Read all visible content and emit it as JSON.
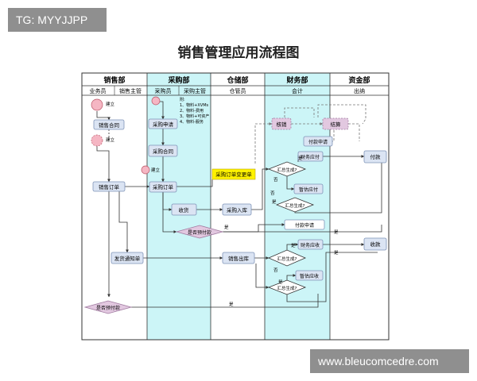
{
  "tag": "TG: MYYJJPP",
  "watermark": "www.bleucomcedre.com",
  "title": "销售管理应用流程图",
  "departments": [
    "销售部",
    "采购部",
    "仓储部",
    "财务部",
    "资金部"
  ],
  "roles": [
    "业务员",
    "销售主管",
    "采购员",
    "采购主管",
    "仓管员",
    "会计",
    "出纳"
  ],
  "nodes": {
    "sales_contract": "销售合同",
    "sales_order": "销售订单",
    "ship_notice": "发货通知单",
    "purchase_request": "采购申请",
    "purchase_contract": "采购合同",
    "purchase_order": "采购订单",
    "receiving": "收货",
    "purchase_inbound": "采购入库",
    "sales_outbound": "销售出库",
    "verify": "核销",
    "settle": "结算",
    "pay_request": "付款申请",
    "payable": "财务应付",
    "est_payable": "暂估应付",
    "pay_request2": "付款申请",
    "payment": "付款",
    "receivable": "财务应收",
    "est_receivable": "暂估应收",
    "receipt": "收款",
    "po_change": "采购订单变更单"
  },
  "decisions": {
    "prepaid_purchase": "是否预付款",
    "summary_gen1": "汇总生成?",
    "summary_gen2": "汇总生成?",
    "summary_gen3": "汇总生成?",
    "summary_gen4": "汇总生成?",
    "prepaid_sales": "是否预付款"
  },
  "small": {
    "create": "建立",
    "yes": "是",
    "no": "否",
    "note_lines": [
      "附:",
      "1、物料+XVMs",
      "2、物料-费用",
      "3、物料+可资产",
      "4、物料-服务"
    ]
  },
  "colors": {
    "lane_highlight": "#ccf5f7",
    "node_fill": "#dbe4f3",
    "node_stroke": "#7f94b8",
    "decision_fill": "#e2c8e0",
    "start_fill": "#f5b6c3",
    "note_fill": "#fff200"
  }
}
